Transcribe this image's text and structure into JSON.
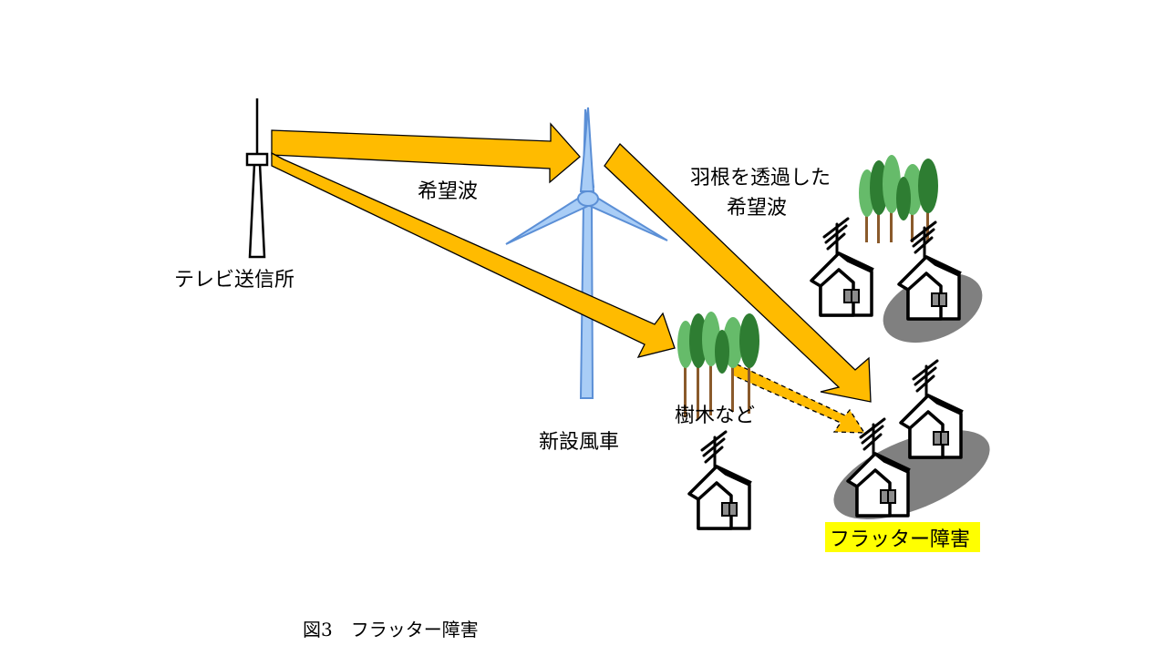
{
  "labels": {
    "tv_station": "テレビ送信所",
    "desired_wave": "希望波",
    "through_blade_line1": "羽根を透過した",
    "through_blade_line2": "希望波",
    "trees": "樹木など",
    "new_windmill": "新設風車",
    "flutter_interference": "フラッター障害"
  },
  "caption": "図3　フラッター障害",
  "colors": {
    "arrow_fill": "#ffbb00",
    "windmill_fill": "#a9cdf6",
    "windmill_stroke": "#5b8fd6",
    "highlight": "#ffff00",
    "tree_dark": "#2e7d32",
    "tree_light": "#66bb6a",
    "shadow": "#808080"
  },
  "icons": [
    "tv-tower-icon",
    "windmill-icon",
    "tree-cluster-icon",
    "house-icon",
    "antenna-icon"
  ]
}
